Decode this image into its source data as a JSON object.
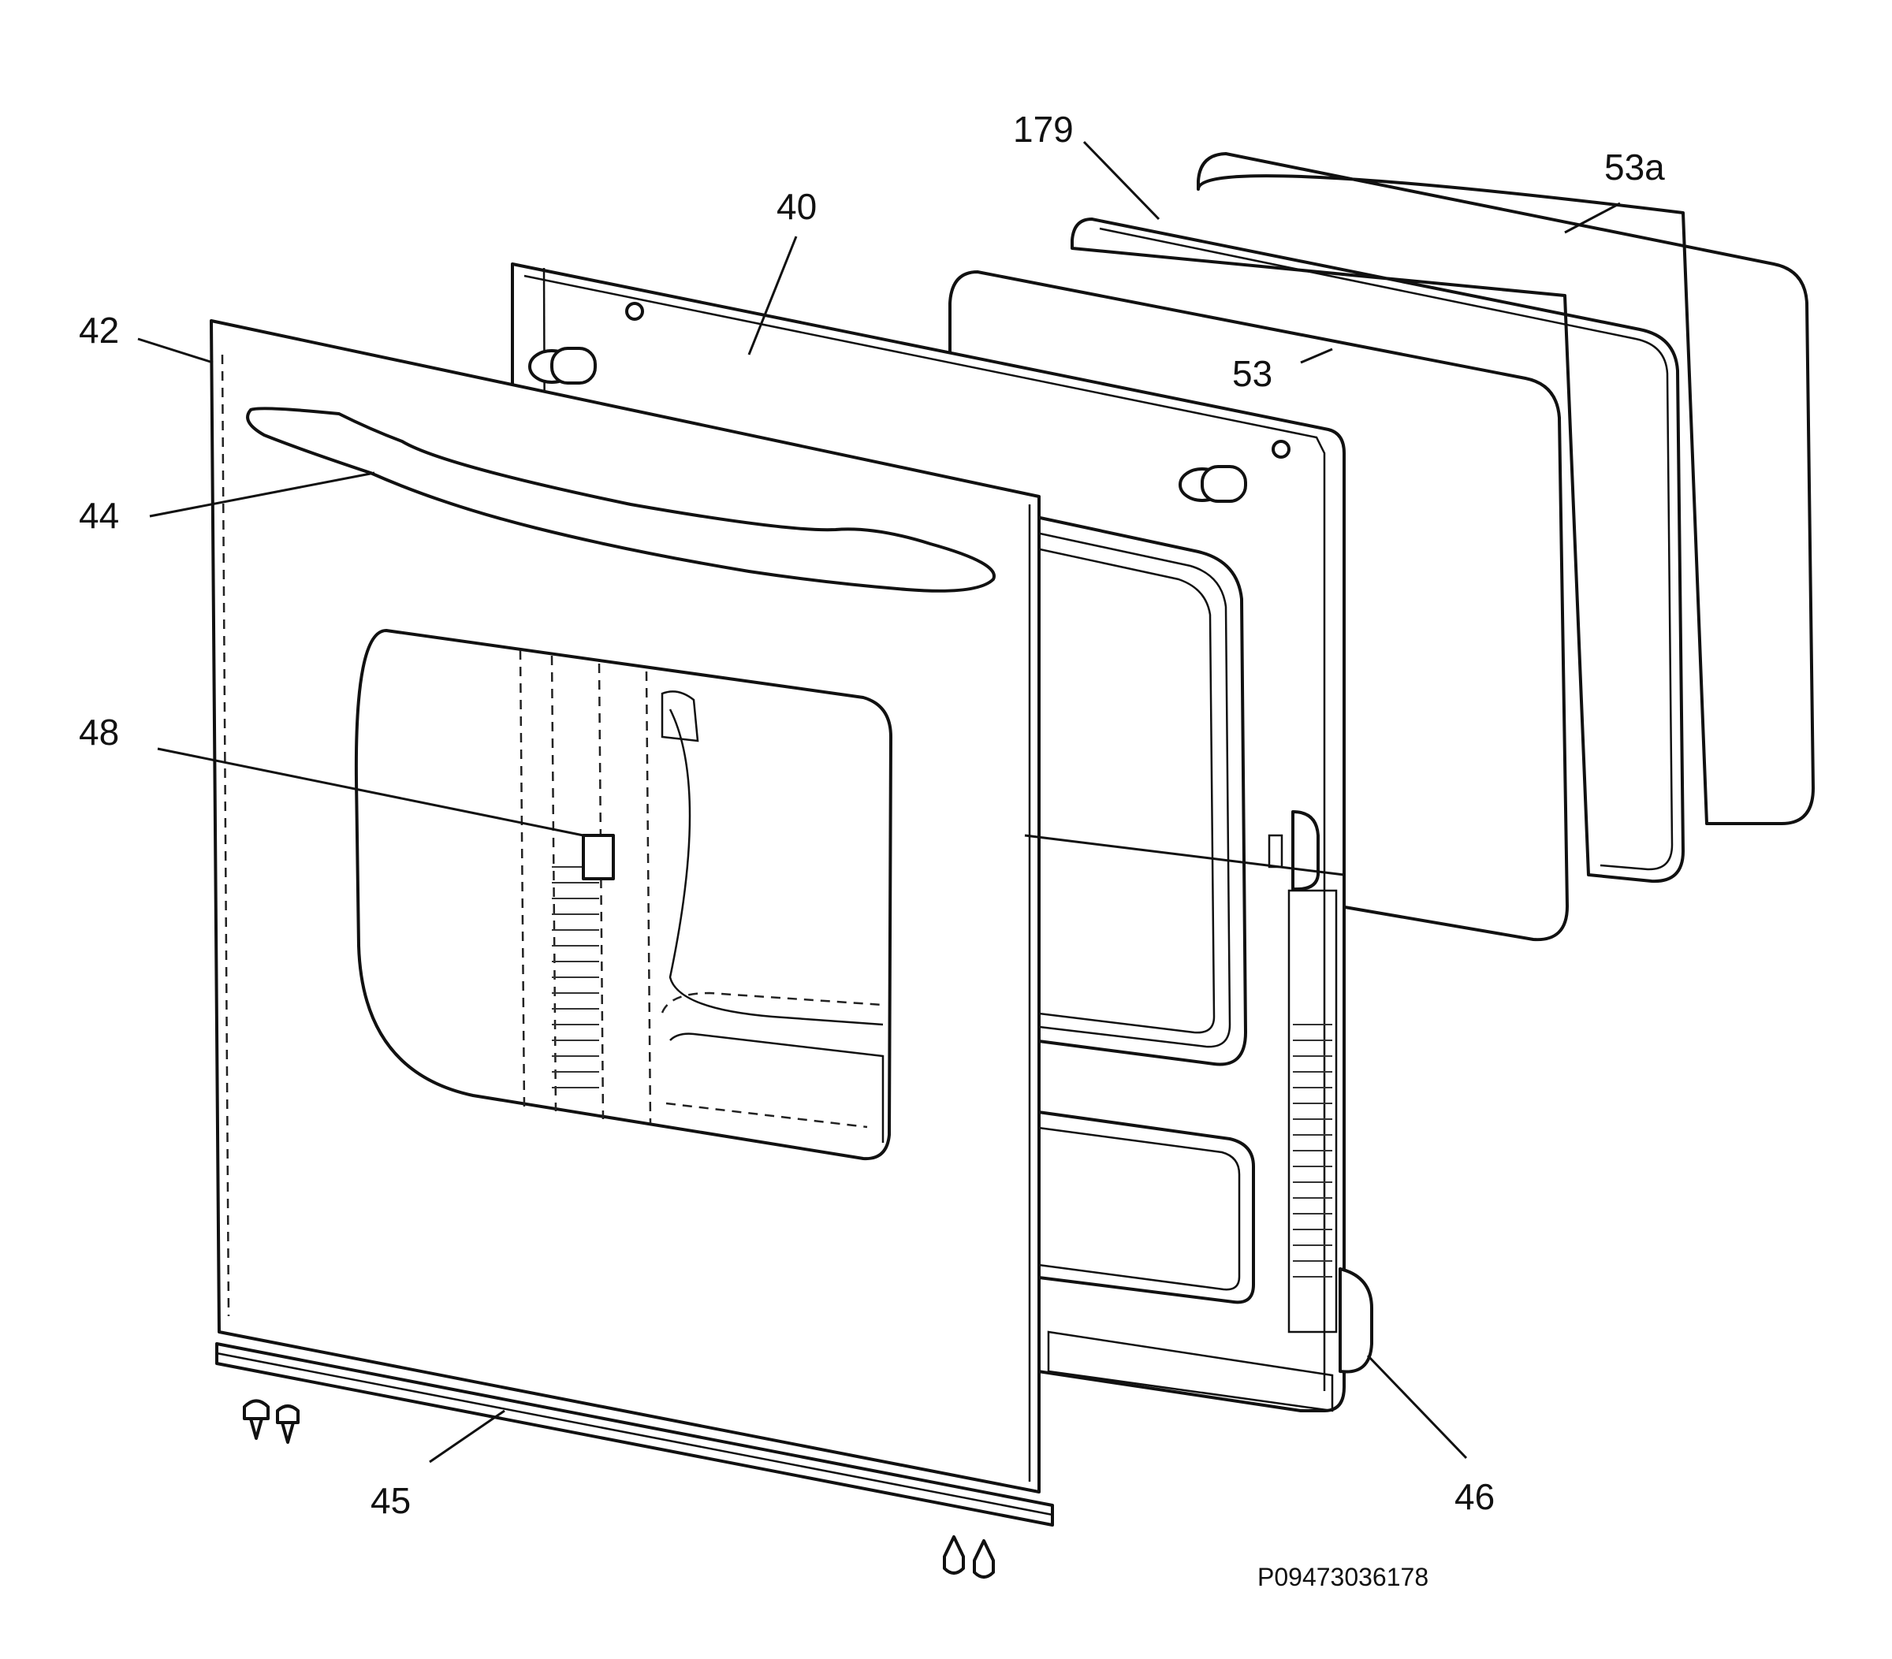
{
  "callouts": {
    "c179": "179",
    "c53a": "53a",
    "c40": "40",
    "c42": "42",
    "c53": "53",
    "c44": "44",
    "c48": "48",
    "c45": "45",
    "c46": "46"
  },
  "drawing_code": "P09473036178"
}
